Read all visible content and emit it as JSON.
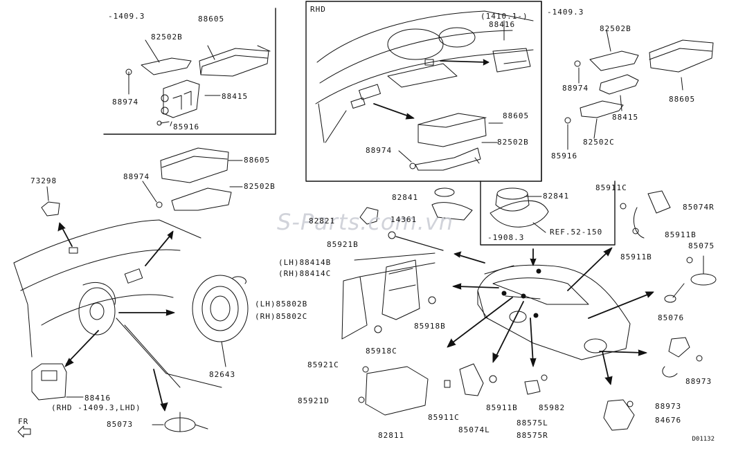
{
  "diagram": {
    "watermark": "S-Parts.com.vn",
    "drawing_code": "D01132",
    "panels": {
      "top_left_date": "-1409.3",
      "rhd_title": "RHD",
      "rhd_date": "(1410.1-)",
      "top_right_date": "-1409.3",
      "inset_date": "-1908.3"
    },
    "labels": {
      "tl_82502b": "82502B",
      "tl_88605": "88605",
      "tl_88974": "88974",
      "tl_88415": "88415",
      "tl_85916": "85916",
      "rhd_88416": "88416",
      "rhd_88605": "88605",
      "rhd_88974": "88974",
      "rhd_82502b": "82502B",
      "tr_82502b": "82502B",
      "tr_88605": "88605",
      "tr_88974": "88974",
      "tr_88415": "88415",
      "tr_82502c": "82502C",
      "tr_85916": "85916",
      "m_88605": "88605",
      "m_88974": "88974",
      "m_82502b": "82502B",
      "l_73298": "73298",
      "i_82841": "82841",
      "i_ref": "REF.52-150",
      "c_82841": "82841",
      "c_82821": "82821",
      "c_14361": "14361",
      "c_85921b": "85921B",
      "c_88414b": "(LH)88414B",
      "c_88414c": "(RH)88414C",
      "c_85802b": "(LH)85802B",
      "c_85802c": "(RH)85802C",
      "c_85918b": "85918B",
      "c_85918c": "85918C",
      "c_85921c": "85921C",
      "c_85921d": "85921D",
      "c_82811": "82811",
      "l_82643": "82643",
      "l_88416": "88416",
      "l_88416_note": "(RHD -1409.3,LHD)",
      "l_85073": "85073",
      "l_fr": "FR",
      "r_85911c": "85911C",
      "r_85074r": "85074R",
      "r_85911b_a": "85911B",
      "r_85911b_b": "85911B",
      "r_85075": "85075",
      "r_85076": "85076",
      "r_88973_a": "88973",
      "r_88973_b": "88973",
      "r_84676": "84676",
      "b_85911c": "85911C",
      "b_85074l": "85074L",
      "b_85911b": "85911B",
      "b_85982": "85982",
      "b_88575l": "88575L",
      "b_88575r": "88575R"
    }
  }
}
